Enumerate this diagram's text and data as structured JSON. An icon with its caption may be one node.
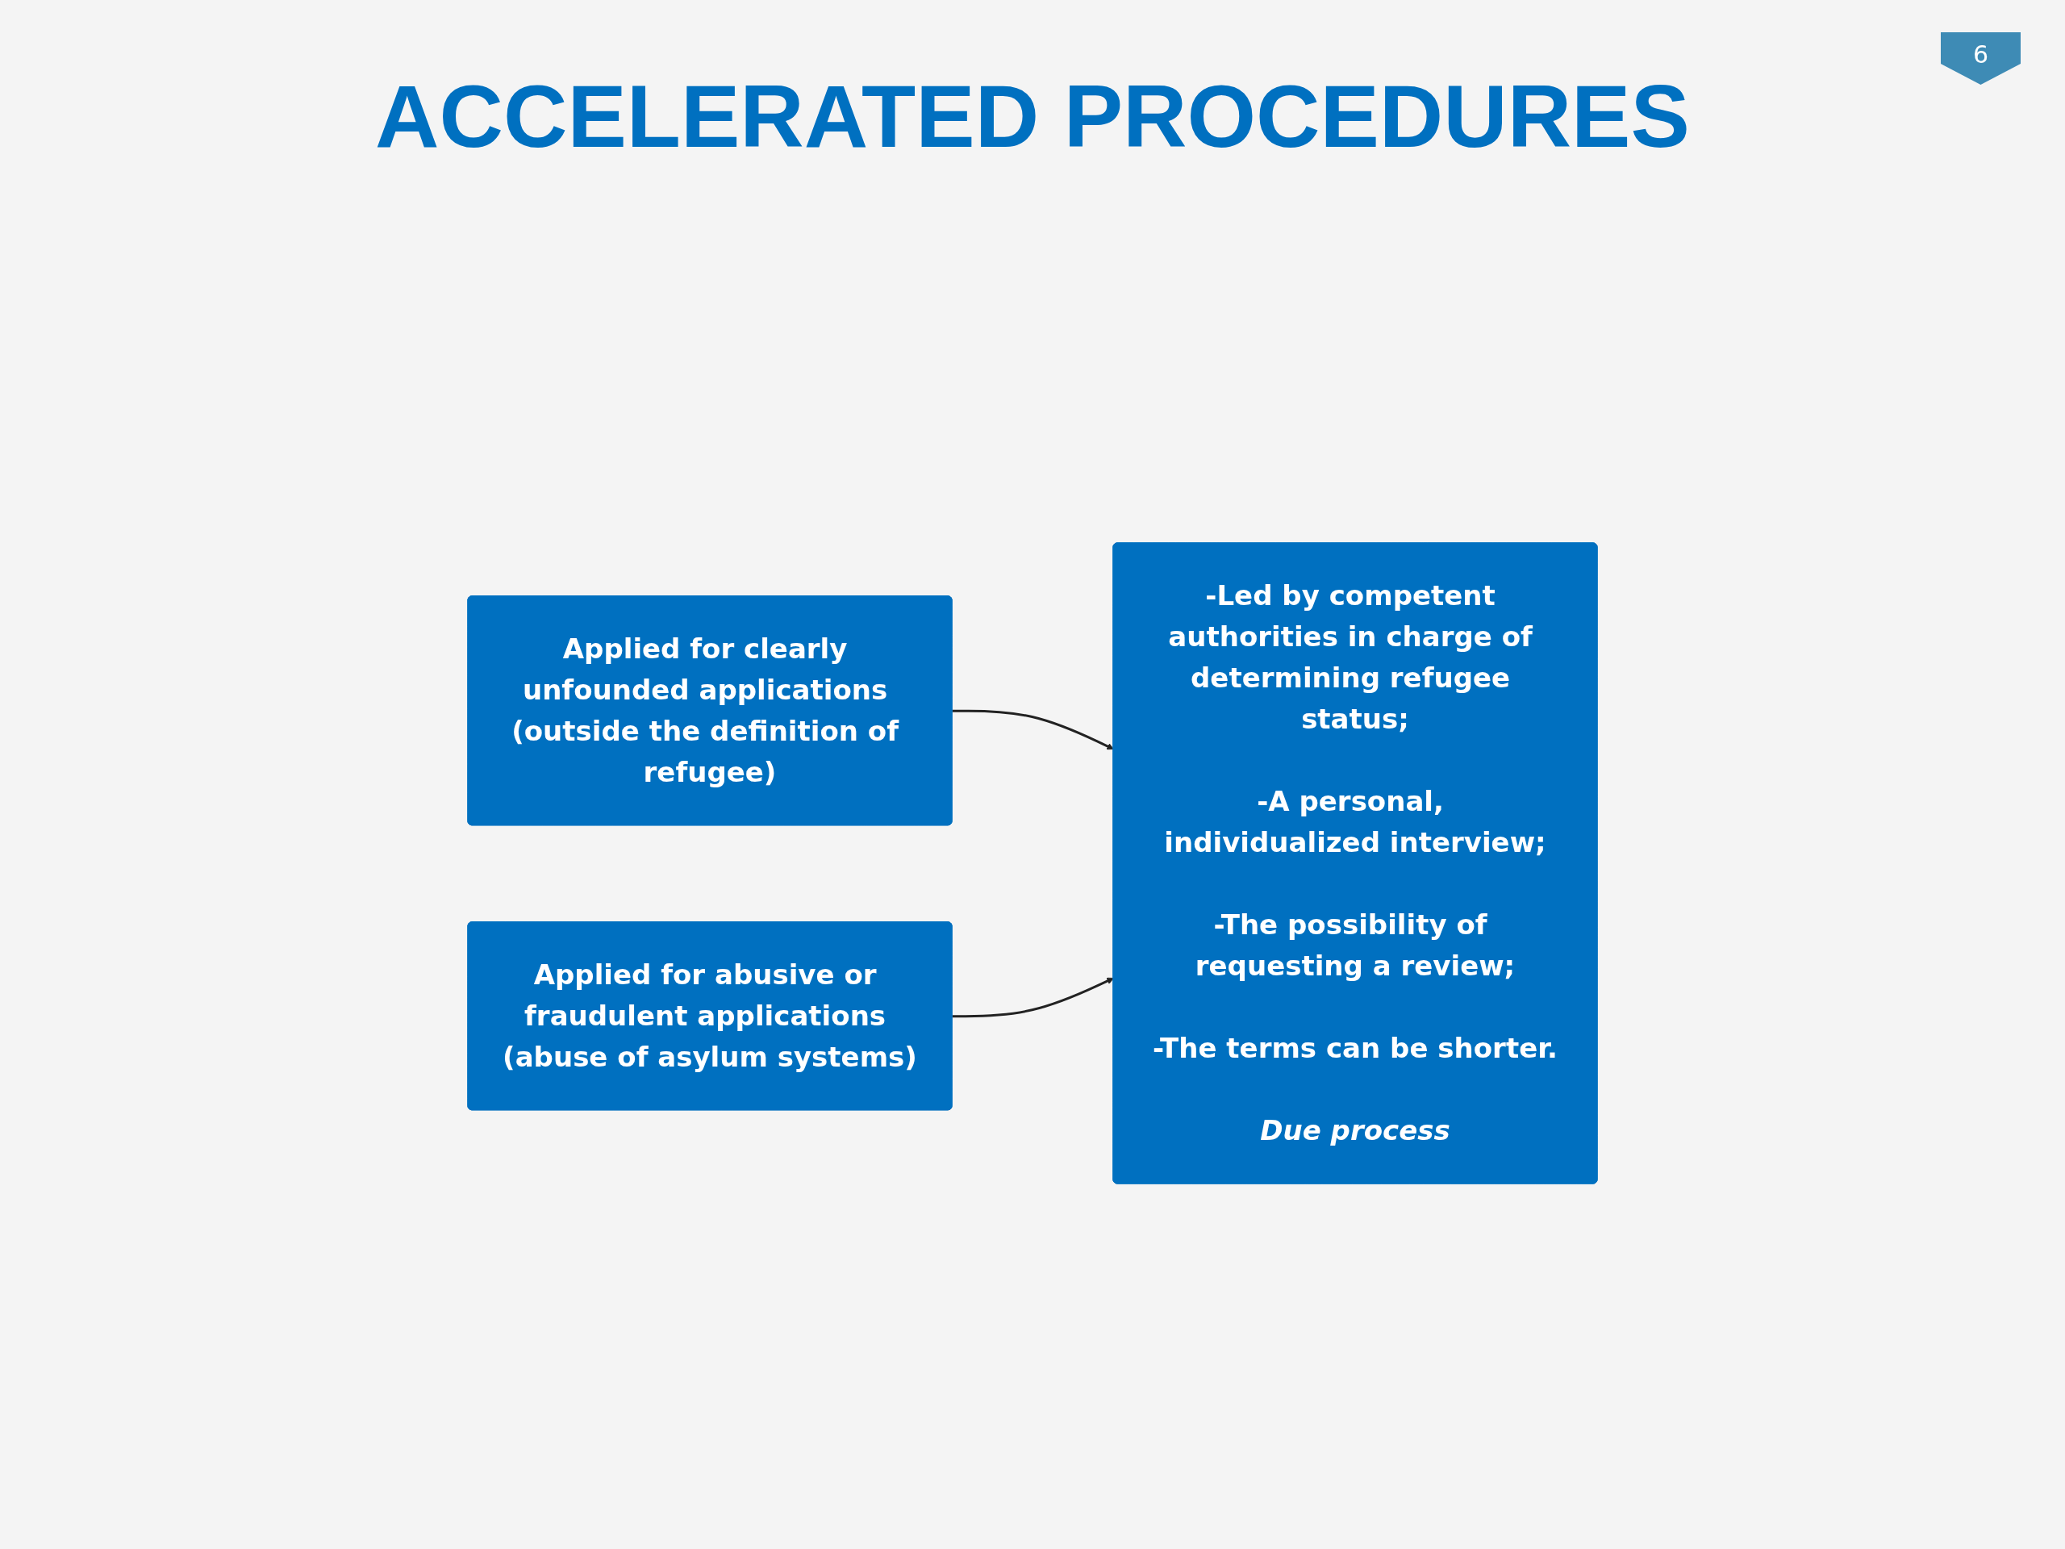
{
  "diagram": {
    "title": "ACCELERATED PROCEDURES",
    "nodes": [
      {
        "text": [
          "Applied for clearly unfounded applications (outside the definition of refugee)"
        ]
      },
      {
        "text": [
          "Applied for abusive or fraudulent applications (abuse of asylum systems)"
        ]
      },
      {
        "text": [
          "-Led by competent authorities in charge of determining refugee status;",
          "-A personal, individualized interview;",
          "-The possibility of requesting a review;",
          "-The terms can be shorter.",
          "Due process"
        ]
      }
    ],
    "edges": [
      {
        "from": 0,
        "to": 2,
        "arrow": "to"
      },
      {
        "from": 1,
        "to": 2,
        "arrow": "to"
      }
    ],
    "labels": [
      "6"
    ]
  }
}
